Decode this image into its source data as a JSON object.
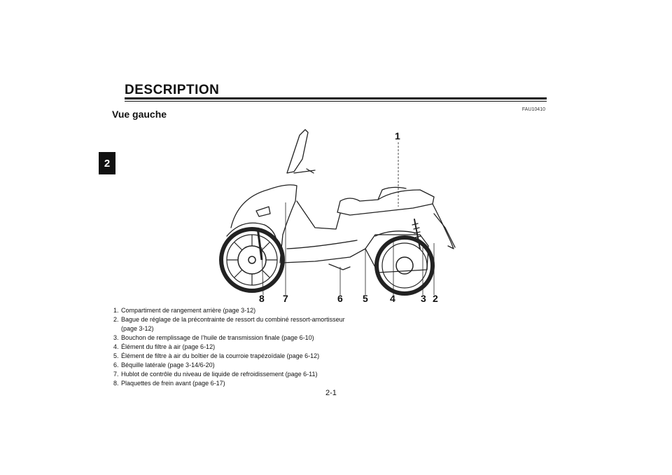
{
  "chapter_tab": "2",
  "page_title": "DESCRIPTION",
  "ref_code": "FAU10410",
  "section_heading": "Vue gauche",
  "callouts": {
    "c1": "1",
    "c2": "2",
    "c3": "3",
    "c4": "4",
    "c5": "5",
    "c6": "6",
    "c7": "7",
    "c8": "8"
  },
  "legend": [
    {
      "num": "1.",
      "text": "Compartiment de rangement arrière (page 3-12)"
    },
    {
      "num": "2.",
      "text": "Bague de réglage de la précontrainte de ressort du combiné ressort-amortisseur (page 3-12)"
    },
    {
      "num": "3.",
      "text": "Bouchon de remplissage de l’huile de transmission finale (page 6-10)"
    },
    {
      "num": "4.",
      "text": "Élément du filtre à air (page 6-12)"
    },
    {
      "num": "5.",
      "text": "Élément de filtre à air du boîtier de la courroie trapézoïdale (page 6-12)"
    },
    {
      "num": "6.",
      "text": "Béquille latérale (page 3-14/6-20)"
    },
    {
      "num": "7.",
      "text": "Hublot de contrôle du niveau de liquide de refroidissement (page 6-11)"
    },
    {
      "num": "8.",
      "text": "Plaquettes de frein avant (page 6-17)"
    }
  ],
  "page_number": "2-1"
}
